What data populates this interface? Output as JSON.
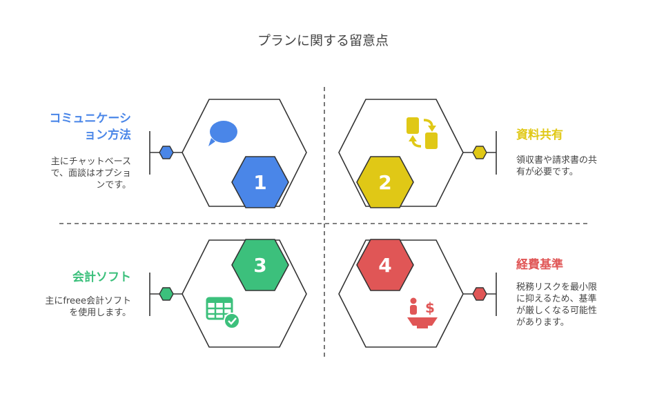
{
  "title": "プランに関する留意点",
  "colors": {
    "blue": "#4a86e8",
    "yellow": "#e0c816",
    "green": "#3cc07c",
    "red": "#e05656",
    "outline": "#333333"
  },
  "quadrants": [
    {
      "number": "1",
      "heading_lines": [
        "コミュニケーシ",
        "ョン方法"
      ],
      "desc_lines": [
        "主にチャットベース",
        "で、面談はオプショ",
        "ンです。"
      ],
      "icon": "chat-bubble-icon",
      "color": "#4a86e8"
    },
    {
      "number": "2",
      "heading_lines": [
        "資料共有"
      ],
      "desc_lines": [
        "領収書や請求書の共",
        "有が必要です。"
      ],
      "icon": "document-exchange-icon",
      "color": "#e0c816"
    },
    {
      "number": "3",
      "heading_lines": [
        "会計ソフト"
      ],
      "desc_lines": [
        "主にfreee会計ソフト",
        "を使用します。"
      ],
      "icon": "spreadsheet-check-icon",
      "color": "#3cc07c"
    },
    {
      "number": "4",
      "heading_lines": [
        "経費基準"
      ],
      "desc_lines": [
        "税務リスクを最小限",
        "に抑えるため、基準",
        "が厳しくなる可能性",
        "があります。"
      ],
      "icon": "person-dollar-scale-icon",
      "color": "#e05656"
    }
  ]
}
